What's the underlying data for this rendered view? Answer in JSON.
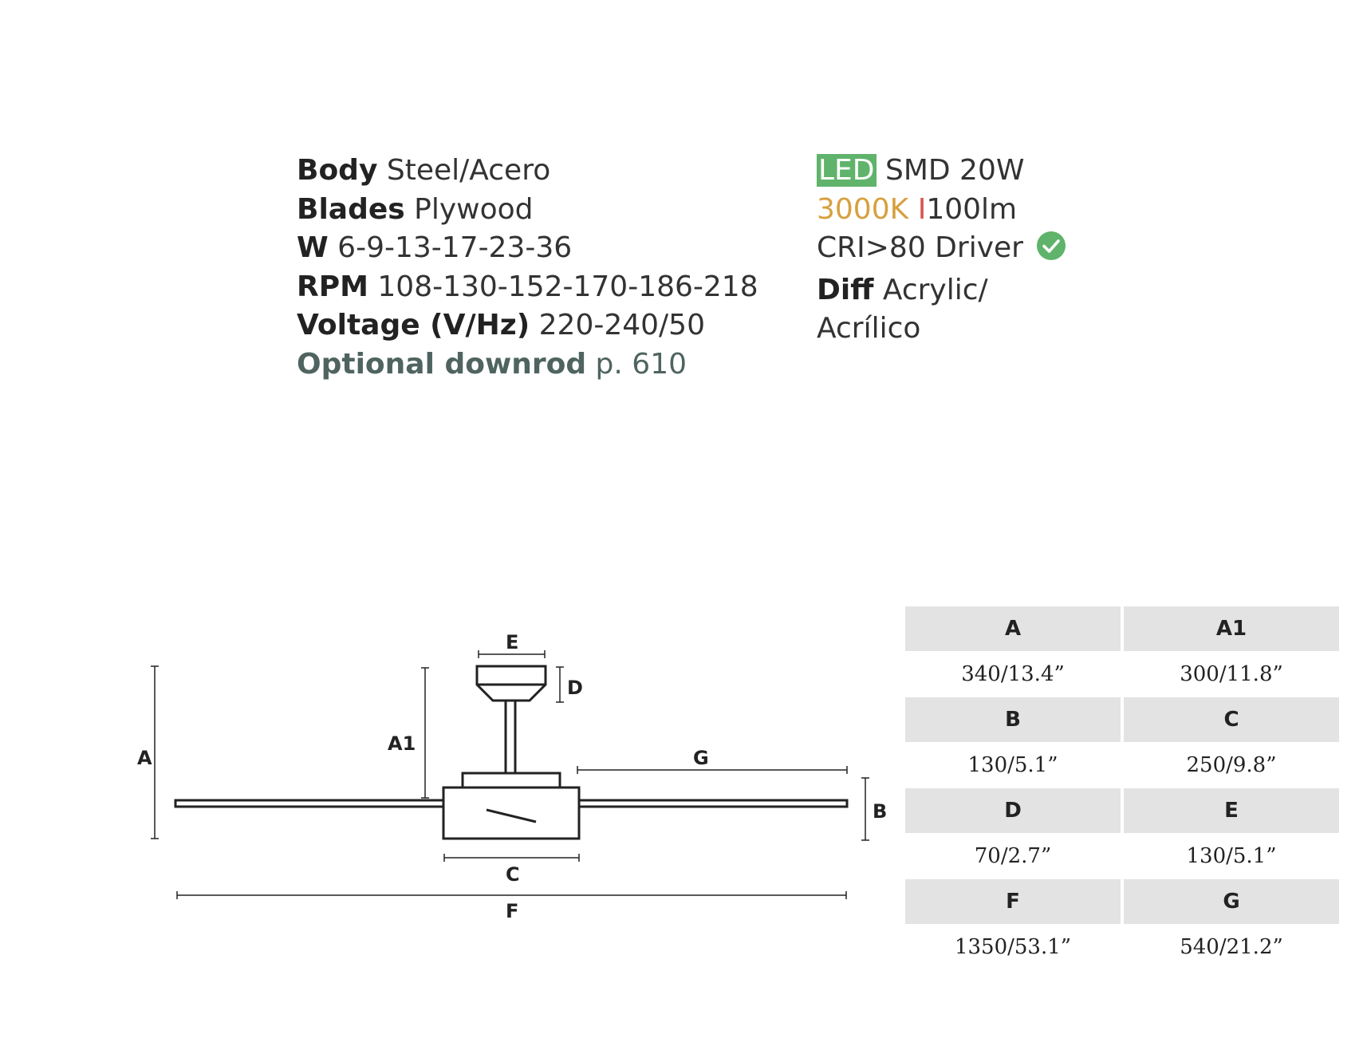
{
  "specs_left": [
    {
      "key": "Body",
      "value": "Steel/Acero"
    },
    {
      "key": "Blades",
      "value": "Plywood"
    },
    {
      "key": "W",
      "value": "6-9-13-17-23-36"
    },
    {
      "key": "RPM",
      "value": "108-130-152-170-186-218"
    },
    {
      "key": "Voltage (V/Hz)",
      "value": "220-240/50"
    },
    {
      "key": "Optional downrod",
      "value": "p. 610"
    }
  ],
  "specs_right": {
    "led_badge": "LED",
    "led_value": "SMD 20W",
    "kelvin": "3000K",
    "lumen_prefix": "I",
    "lumen_rest": "100lm",
    "cri_driver": "CRI>80 Driver",
    "diff_key": "Diff",
    "diff_value_1": "Acrylic/",
    "diff_value_2": "Acrílico"
  },
  "colors": {
    "led_badge": "#5fb36a",
    "kelvin": "#d7a03f",
    "lumen_accent": "#d9534f",
    "check": "#5fb36a",
    "optional": "#4f6460",
    "table_header": "#e3e3e3"
  },
  "diagram_labels": {
    "A": "A",
    "A1": "A1",
    "B": "B",
    "C": "C",
    "D": "D",
    "E": "E",
    "F": "F",
    "G": "G"
  },
  "dimensions": [
    {
      "h1": "A",
      "v1": "340/13.4”",
      "h2": "A1",
      "v2": "300/11.8”"
    },
    {
      "h1": "B",
      "v1": "130/5.1”",
      "h2": "C",
      "v2": "250/9.8”"
    },
    {
      "h1": "D",
      "v1": "70/2.7”",
      "h2": "E",
      "v2": "130/5.1”"
    },
    {
      "h1": "F",
      "v1": "1350/53.1”",
      "h2": "G",
      "v2": "540/21.2”"
    }
  ]
}
